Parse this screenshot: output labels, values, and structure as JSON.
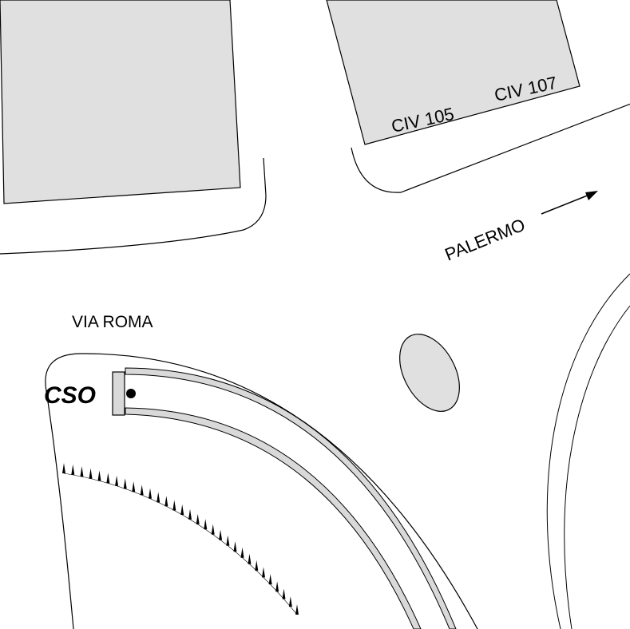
{
  "labels": {
    "civ_105": "CIV 105",
    "civ_107": "CIV 107",
    "palermo": "PALERMO",
    "via_roma": "VIA ROMA",
    "cso": "CSO"
  },
  "colors": {
    "building_fill": "#e0e0e0",
    "pipe_fill": "#d9d9d9",
    "line": "#000000"
  }
}
